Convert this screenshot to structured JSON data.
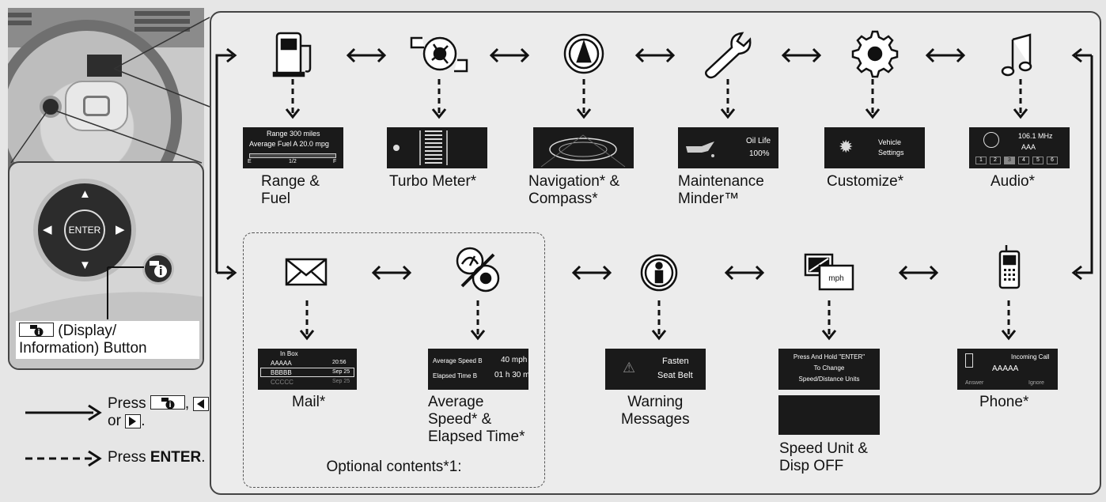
{
  "row1": [
    {
      "id": "range-fuel",
      "icon": "fuel-pump-icon",
      "label_lines": [
        "Range &",
        "Fuel"
      ],
      "screen": {
        "lines": [
          "Range  300 miles",
          "Average Fuel A  20.0 mpg"
        ],
        "scale": [
          "E",
          "1/2",
          "F"
        ]
      }
    },
    {
      "id": "turbo-meter",
      "icon": "turbo-icon",
      "label_lines": [
        "Turbo Meter*"
      ]
    },
    {
      "id": "navigation-compass",
      "icon": "compass-icon",
      "label_lines": [
        "Navigation* &",
        "Compass*"
      ]
    },
    {
      "id": "maintenance-minder",
      "icon": "wrench-icon",
      "label_lines": [
        "Maintenance",
        "Minder™"
      ],
      "screen": {
        "lines": [
          "Oil Life",
          "100%"
        ]
      }
    },
    {
      "id": "customize",
      "icon": "gear-icon",
      "label_lines": [
        "Customize*"
      ],
      "screen": {
        "lines": [
          "Vehicle",
          "Settings"
        ]
      }
    },
    {
      "id": "audio",
      "icon": "music-note-icon",
      "label_lines": [
        "Audio*"
      ],
      "screen": {
        "lines": [
          "106.1 MHz",
          "AAA"
        ],
        "presets": [
          "1",
          "2",
          "3",
          "4",
          "5",
          "6"
        ]
      }
    }
  ],
  "row2": [
    {
      "id": "mail",
      "icon": "envelope-icon",
      "label_lines": [
        "Mail*"
      ],
      "screen": {
        "header": "In Box",
        "rows": [
          [
            "AAAAA",
            "20:56"
          ],
          [
            "BBBBB",
            "Sep 25"
          ],
          [
            "CCCCC",
            "Sep 25"
          ]
        ]
      }
    },
    {
      "id": "average-speed",
      "icon": "speed-timer-icon",
      "label_lines": [
        "Average",
        "Speed* &",
        "Elapsed Time*"
      ],
      "screen": {
        "lines": [
          "Average Speed B",
          "40 mph",
          "Elapsed Time B",
          "01 h 30 m"
        ]
      }
    },
    {
      "id": "warning-messages",
      "icon": "info-circle-icon",
      "label_lines": [
        "Warning",
        "Messages"
      ],
      "screen": {
        "lines": [
          "Fasten",
          "Seat Belt"
        ]
      }
    },
    {
      "id": "speed-unit",
      "icon": "speed-unit-icon",
      "label_lines": [
        "Speed Unit &",
        "Disp OFF"
      ],
      "screen": {
        "lines": [
          "Press And Hold \"ENTER\"",
          "To Change",
          "Speed/Distance Units"
        ]
      }
    },
    {
      "id": "phone",
      "icon": "phone-icon",
      "label_lines": [
        "Phone*"
      ],
      "screen": {
        "lines": [
          "Incoming Call",
          "AAAAA",
          "Answer",
          "Ignore"
        ]
      }
    }
  ],
  "optional_label": "Optional contents*1:",
  "controller": {
    "enter_label": "ENTER"
  },
  "button_caption_lines": [
    "(Display/",
    "Information) Button"
  ],
  "legend": {
    "solid_prefix": "Press",
    "solid_suffix_line2": "or",
    "dashed_prefix": "Press",
    "dashed_key": "ENTER",
    "dashed_suffix": "."
  }
}
